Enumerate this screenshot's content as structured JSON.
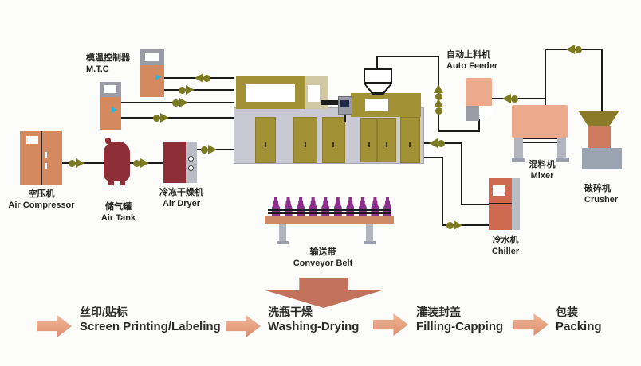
{
  "machines": {
    "mtc": {
      "cn": "模温控制器",
      "en": "M.T.C"
    },
    "air_compressor": {
      "cn": "空压机",
      "en": "Air Compressor"
    },
    "air_tank": {
      "cn": "储气罐",
      "en": "Air Tank"
    },
    "air_dryer": {
      "cn": "冷冻干燥机",
      "en": "Air Dryer"
    },
    "auto_feeder": {
      "cn": "自动上料机",
      "en": "Auto Feeder"
    },
    "mixer": {
      "cn": "混料机",
      "en": "Mixer"
    },
    "crusher": {
      "cn": "破碎机",
      "en": "Crusher"
    },
    "chiller": {
      "cn": "冷水机",
      "en": "Chiller"
    },
    "conveyor_belt": {
      "cn": "输送带",
      "en": "Conveyor Belt"
    }
  },
  "conveyor": {
    "bottle_count": 10
  },
  "process_steps": [
    {
      "cn": "丝印/贴标",
      "en": "Screen Printing/Labeling"
    },
    {
      "cn": "洗瓶干燥",
      "en": "Washing-Drying"
    },
    {
      "cn": "灌装封盖",
      "en": "Filling-Capping"
    },
    {
      "cn": "包装",
      "en": "Packing"
    }
  ],
  "colors": {
    "machine_olive": "#a29135",
    "machine_beige": "#cfc8a2",
    "machine_base_gray": "#c9c9d4",
    "orange_equipment": "#d5895e",
    "dark_red_equipment": "#8e2f37",
    "salmon_equipment": "#ecaa8d",
    "chiller_red": "#cd6a4f",
    "crusher_body": "#cd7a5e",
    "bottle_purple": "#8e2f8e",
    "valve_olive": "#7c7a20",
    "flow_arrow_salmon": "#e8a184",
    "big_arrow_terracotta": "#c2715a",
    "pipe_black": "#1b1b1b",
    "cyan_indicator": "#2ab5dc"
  }
}
